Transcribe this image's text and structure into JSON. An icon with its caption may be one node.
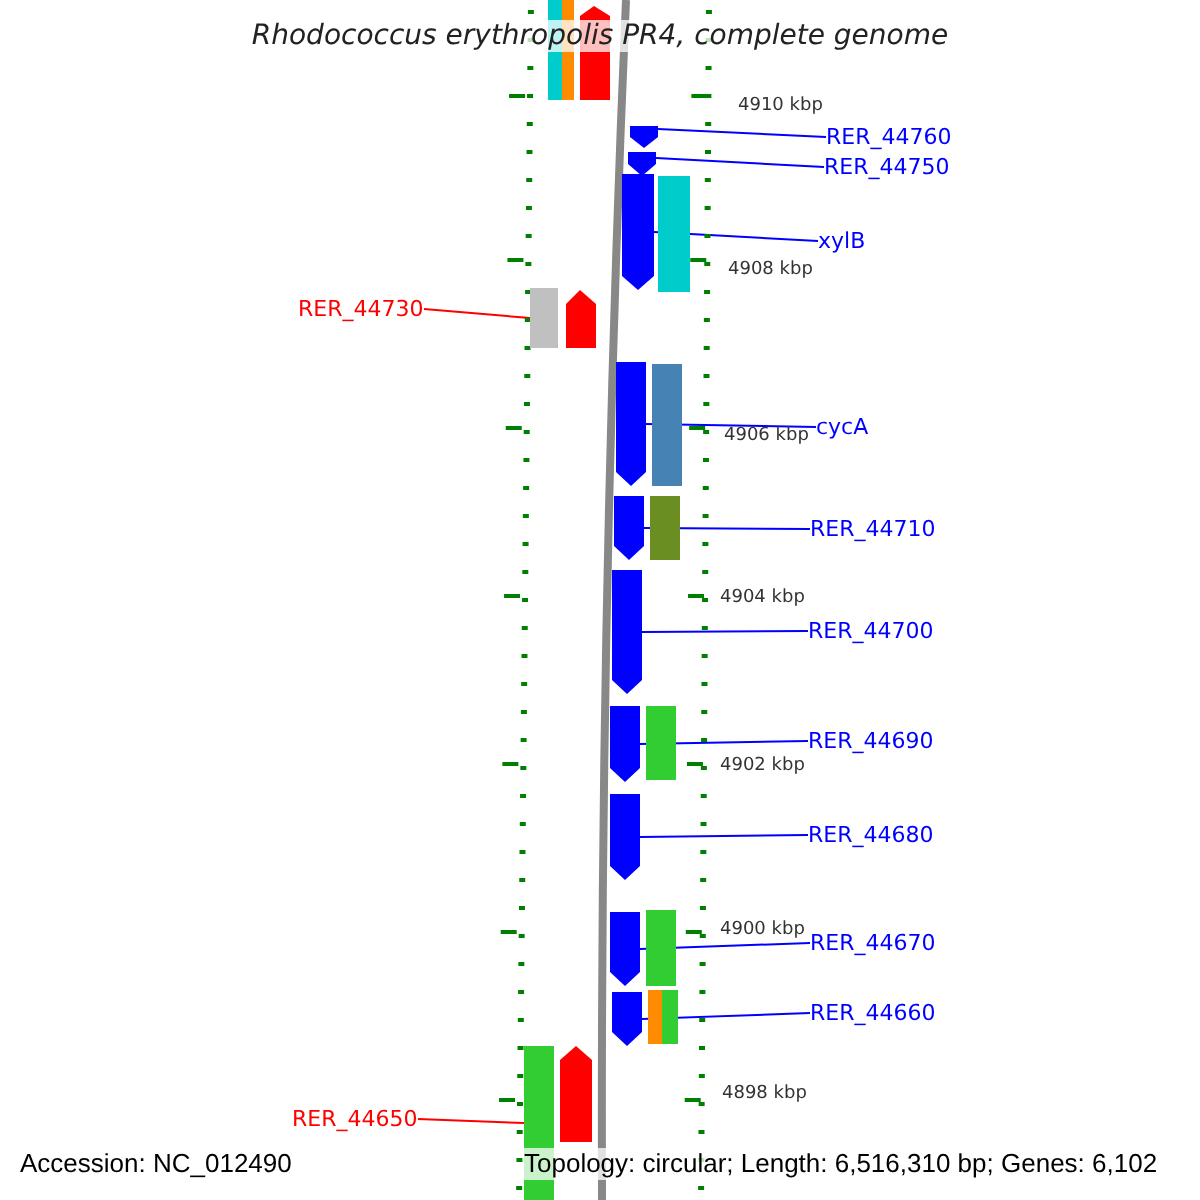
{
  "diagram": {
    "title": "Rhodococcus erythropolis PR4, complete genome",
    "nodes": [
      {
        "text": [
          "RER_44760"
        ]
      },
      {
        "text": [],
        "shape": "bar"
      },
      {
        "text": [
          "RER_44750"
        ]
      },
      {
        "text": [],
        "shape": "bar"
      },
      {
        "text": [
          "RER_44730"
        ]
      },
      {
        "text": [],
        "shape": "bar"
      },
      {
        "text": [
          "xylB"
        ]
      },
      {
        "text": [],
        "shape": "bar"
      },
      {
        "text": [
          "cycA"
        ]
      },
      {
        "text": [],
        "shape": "bar"
      },
      {
        "text": [
          "RER_44710"
        ]
      },
      {
        "text": [],
        "shape": "bar"
      },
      {
        "text": [
          "RER_44700"
        ]
      },
      {
        "text": [],
        "shape": "bar"
      },
      {
        "text": [
          "RER_44690"
        ]
      },
      {
        "text": [],
        "shape": "bar"
      },
      {
        "text": [
          "RER_44680"
        ]
      },
      {
        "text": [],
        "shape": "bar"
      },
      {
        "text": [
          "RER_44670"
        ]
      },
      {
        "text": [],
        "shape": "bar"
      },
      {
        "text": [
          "RER_44660"
        ]
      },
      {
        "text": [],
        "shape": "bar"
      },
      {
        "text": [
          "RER_44650"
        ]
      },
      {
        "text": [],
        "shape": "bar"
      }
    ],
    "edges": [
      {
        "from": 0,
        "to": 1,
        "arrow": "none"
      },
      {
        "from": 2,
        "to": 3,
        "arrow": "none"
      },
      {
        "from": 4,
        "to": 5,
        "arrow": "none",
        "color": "#ff0000"
      },
      {
        "from": 6,
        "to": 7,
        "arrow": "none"
      },
      {
        "from": 8,
        "to": 9,
        "arrow": "none"
      },
      {
        "from": 10,
        "to": 11,
        "arrow": "none"
      },
      {
        "from": 12,
        "to": 13,
        "arrow": "none"
      },
      {
        "from": 14,
        "to": 15,
        "arrow": "none"
      },
      {
        "from": 16,
        "to": 17,
        "arrow": "none"
      },
      {
        "from": 18,
        "to": 19,
        "arrow": "none"
      },
      {
        "from": 20,
        "to": 21,
        "arrow": "none"
      },
      {
        "from": 22,
        "to": 23,
        "arrow": "none",
        "color": "#ff0000"
      }
    ],
    "labels": [
      "4910 kbp",
      "4908 kbp",
      "4906 kbp",
      "4904 kbp",
      "4902 kbp",
      "4900 kbp",
      "4898 kbp",
      "Accession: NC_012490",
      "Topology: circular; Length: 6,516,310 bp; Genes: 6,102"
    ]
  }
}
